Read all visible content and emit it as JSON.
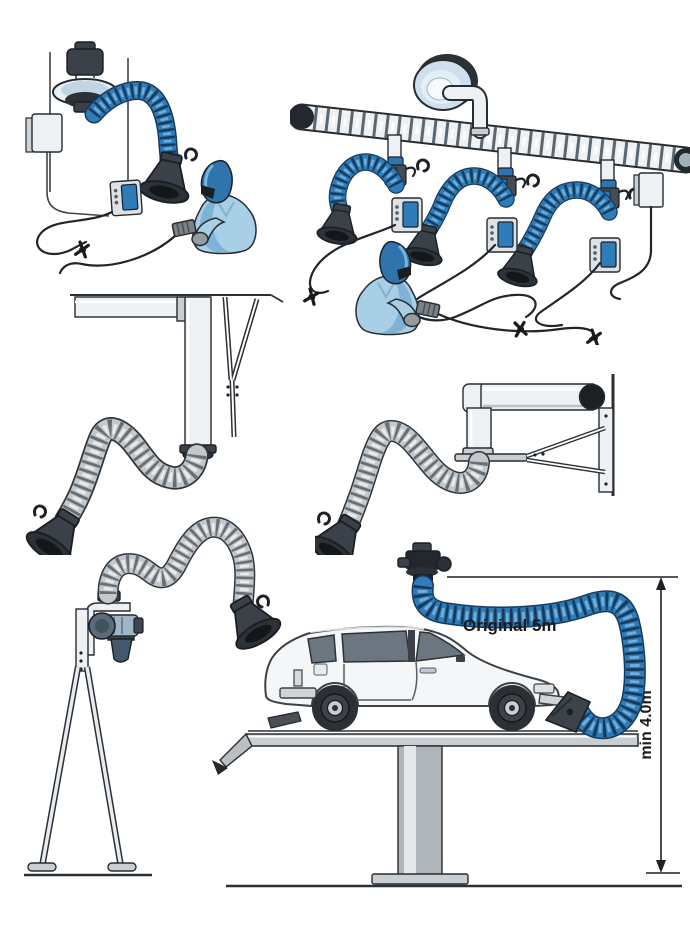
{
  "labels": {
    "original_length": "Original 5m",
    "min_height": "min 4.0m"
  },
  "colors": {
    "background": "#ffffff",
    "hose_blue": "#2e7cb8",
    "hose_blue_dark": "#16395c",
    "hose_blue_light": "#7db9e0",
    "hose_gray": "#c3c8cc",
    "hose_gray_dark": "#686e73",
    "hose_gray_light": "#eceff1",
    "hose_gray_edge": "#2f353a",
    "metal_light": "#edf1f4",
    "metal_mid": "#c9ced3",
    "outline": "#272c31",
    "hood_dark": "#3a4149",
    "hood_rim": "#1b1f24",
    "welder_jacket": "#a9cfe7",
    "welder_jacket_shade": "#7fb3d6",
    "helmet_blue": "#2f74ad",
    "window_gray": "#6b7680",
    "text": "#1b1b1b"
  },
  "scenes": [
    {
      "id": "ceiling-fan-arm",
      "name": "Ceiling mounted fan with extraction arm and welder"
    },
    {
      "id": "central-duct-system",
      "name": "Central duct system with three extraction arms and welder"
    },
    {
      "id": "beam-mounted-arm",
      "name": "Beam mounted extraction arm"
    },
    {
      "id": "wall-mounted-arm",
      "name": "Wall mounted extraction arm"
    },
    {
      "id": "stand-mounted-arm",
      "name": "Stand mounted extraction arm with fan"
    },
    {
      "id": "vehicle-exhaust-lift",
      "name": "Vehicle exhaust extraction on single post car lift"
    }
  ]
}
